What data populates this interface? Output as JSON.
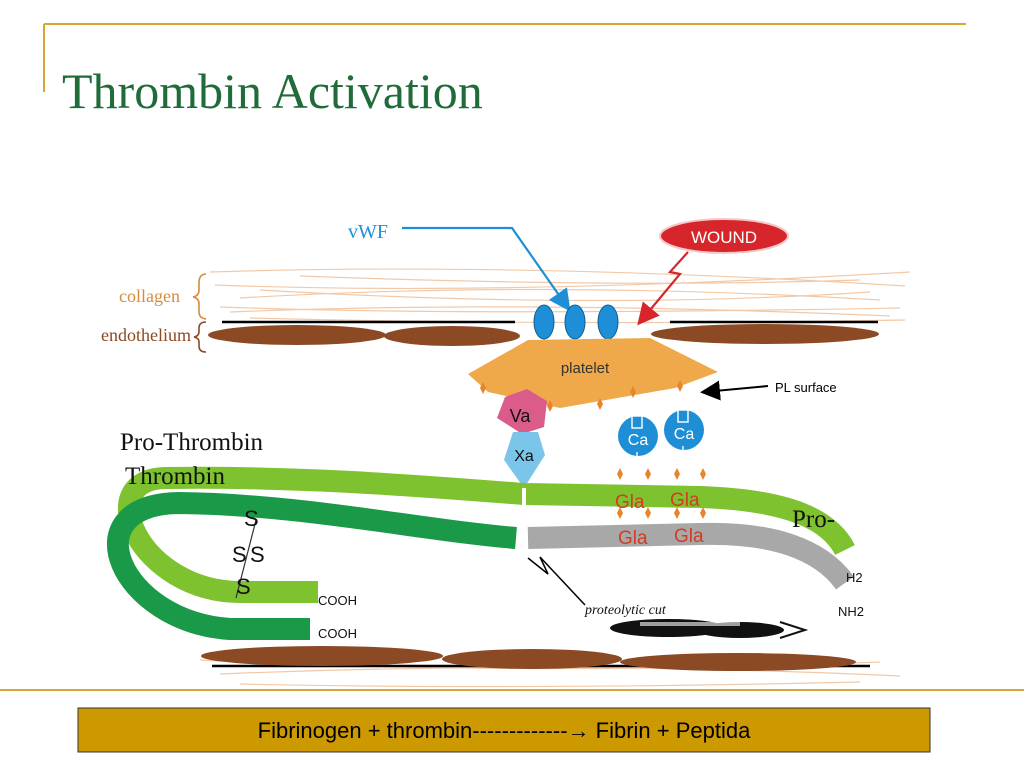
{
  "slide": {
    "title": "Thrombin Activation",
    "equation": "Fibrinogen + thrombin-------------→ Fibrin + Peptida"
  },
  "diagram": {
    "labels": {
      "vwf": "vWF",
      "wound": "WOUND",
      "collagen": "collagen",
      "endothelium": "endothelium",
      "platelet": "platelet",
      "pl_surface": "PL surface",
      "va": "Va",
      "xa": "Xa",
      "ca_1": "Ca",
      "ca_2": "Ca",
      "pro_thrombin": "Pro-Thrombin",
      "thrombin": "Thrombin",
      "pro": "Pro-",
      "gla_upper_1": "Gla",
      "gla_upper_2": "Gla",
      "gla_lower_1": "Gla",
      "gla_lower_2": "Gla",
      "ss_s1": "S",
      "ss_s2": "S",
      "ss_s3": "S",
      "cooh_upper": "COOH",
      "cooh_lower": "COOH",
      "nh2_upper": "H2",
      "nh2_lower": "NH2",
      "proteolytic_cut": "proteolytic cut"
    },
    "colors": {
      "title": "#1f6b3a",
      "accent_line": "#d9a533",
      "collagen": "#d98a3a",
      "endothelium_cell": "#8b4a24",
      "vwf": "#1e8fd6",
      "wound": "#d7262b",
      "platelet": "#f0a94a",
      "va": "#db5c8a",
      "xa": "#7bc4ea",
      "ca": "#1e8fd6",
      "gla": "#d23c21",
      "prothrombin": "#7ec22f",
      "thrombin": "#1a9a48",
      "fragment": "#a8a8a8",
      "equation_box": "#cc9a00"
    }
  }
}
